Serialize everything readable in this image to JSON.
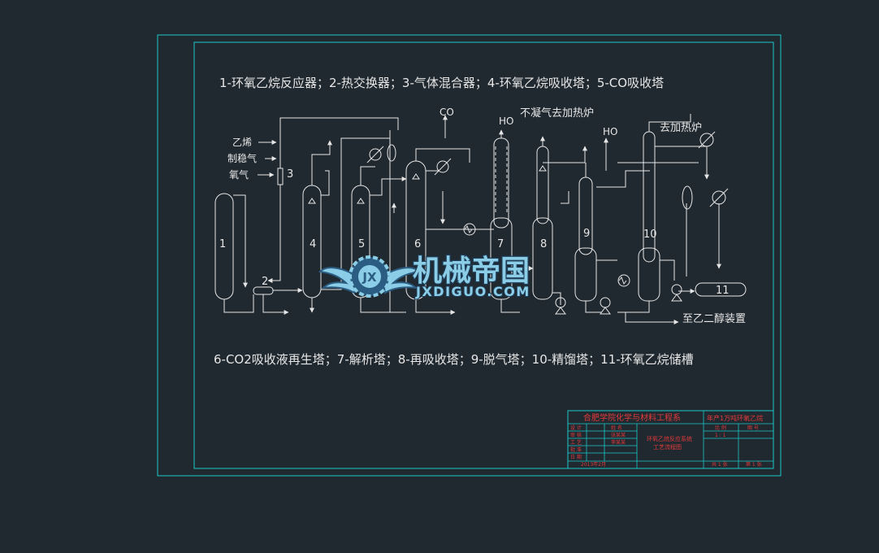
{
  "colors": {
    "background": "#212930",
    "frame": "#19c9c9",
    "lines": "#e6e6e6",
    "title_block_text": "#e03a3a",
    "watermark_main": "#8fd3ec",
    "watermark_outline": "#2c5f86"
  },
  "diagram": {
    "legend_top": "1-环氧乙烷反应器；2-热交换器；3-气体混合器；4-环氧乙烷吸收塔；5-CO吸收塔",
    "legend_bottom": "6-CO2吸收液再生塔；7-解析塔；8-再吸收塔；9-脱气塔；10-精馏塔；11-环氧乙烷储槽",
    "feeds": [
      "乙烯",
      "制稳气",
      "氧气"
    ],
    "stream_labels": {
      "co": "CO",
      "ho_left": "HO",
      "ho_right": "HO",
      "non_condensable": "不凝气去加热炉",
      "to_furnace": "去加热炉",
      "to_glycol": "至乙二醇装置"
    },
    "equipment_numbers": [
      "1",
      "2",
      "3",
      "4",
      "5",
      "6",
      "7",
      "8",
      "9",
      "10",
      "11"
    ]
  },
  "title_block": {
    "school": "合肥学院化学与材料工程系",
    "project": "年产1万吨环氧乙烷",
    "drawing_name_line1": "环氧乙烷反应系统",
    "drawing_name_line2": "工艺流程图",
    "rows_left": [
      "设 计",
      "审 核",
      "工 艺",
      "批 准",
      "日 期"
    ],
    "names_left": [
      "姓 名",
      "张某某",
      "李某某"
    ],
    "right_header": [
      "比 例",
      "图 号"
    ],
    "right_values": [
      "共 1 张",
      "第 1 张"
    ],
    "date": "2013年2月",
    "scale": "1 : 1"
  },
  "watermark": {
    "title": "机械帝国",
    "url": "JXDIGUO.COM",
    "emblem": "JX"
  }
}
